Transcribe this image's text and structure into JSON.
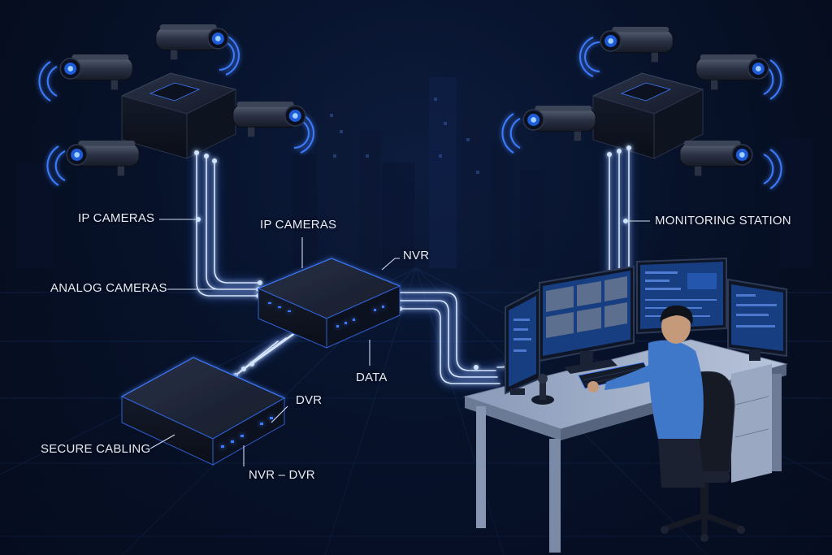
{
  "labels": {
    "ip_cameras_left": "IP CAMERAS",
    "ip_cameras_center": "IP CAMERAS",
    "analog_cameras": "ANALOG CAMERAS",
    "nvr": "NVR",
    "data": "DATA",
    "dvr": "DVR",
    "secure_cabling": "SECURE CABLING",
    "nvr_dvr": "NVR – DVR",
    "monitoring_station": "MONITORING STATION"
  },
  "colors": {
    "cable_glow": "#3d7bff",
    "cable_core": "#d6e6ff",
    "device_body": "#1a2236",
    "screen_blue": "#173e80",
    "operator_shirt": "#3f78c9"
  },
  "icons": {
    "camera": "cctv-camera-icon",
    "recorder": "network-video-recorder-icon",
    "monitor": "monitor-icon"
  }
}
